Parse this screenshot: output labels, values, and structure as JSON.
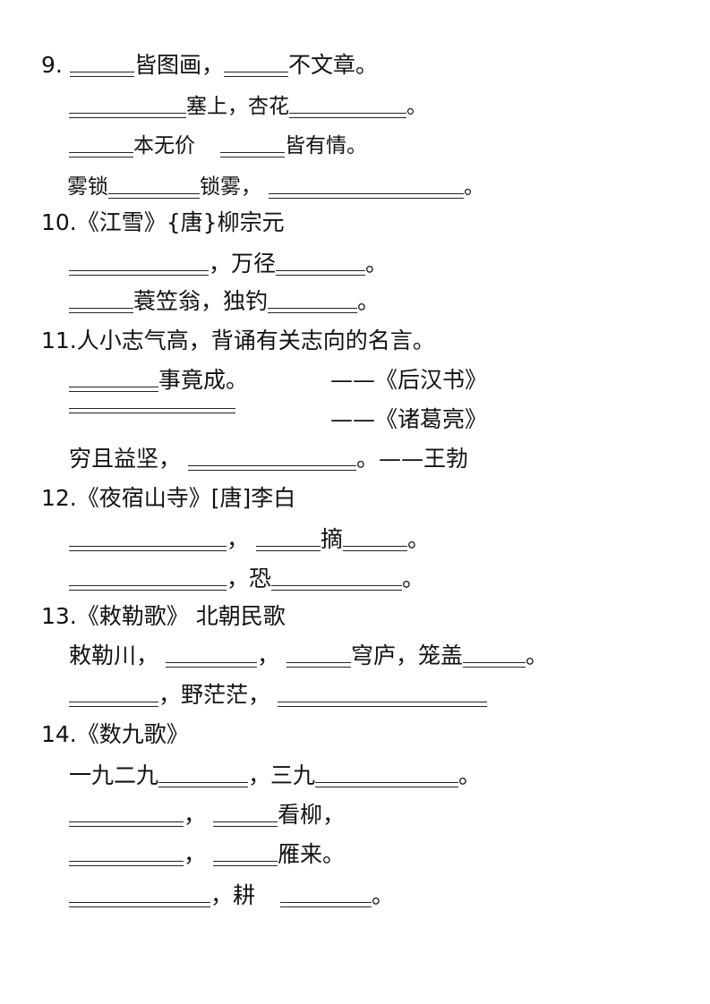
{
  "q9": {
    "number": "9.",
    "l1": {
      "t1": "皆图画，",
      "t2": "不文章。"
    },
    "l2": {
      "t1": "塞上，杏花",
      "t2": "。"
    },
    "l3": {
      "t1": "本无价",
      "t2": "皆有情。"
    },
    "l4": {
      "t1": "雾锁",
      "t2": "锁雾，",
      "t3": "。"
    }
  },
  "q10": {
    "title": "10.《江雪》{唐}柳宗元",
    "l1": {
      "t1": "，万径",
      "t2": "。"
    },
    "l2": {
      "t1": "蓑笠翁，独钓",
      "t2": "。"
    }
  },
  "q11": {
    "title": "11.人小志气高，背诵有关志向的名言。",
    "l1": {
      "t1": "事竟成。",
      "source": "——《后汉书》"
    },
    "l2": {
      "source": "——《诸葛亮》"
    },
    "l3": {
      "t1": "穷且益坚，",
      "t2": "。——王勃"
    }
  },
  "q12": {
    "title": "12.《夜宿山寺》[唐]李白",
    "l1": {
      "t1": "，",
      "t2": "摘",
      "t3": "。"
    },
    "l2": {
      "t1": "，恐",
      "t2": "。"
    }
  },
  "q13": {
    "title": "13.《敕勒歌》 北朝民歌",
    "l1": {
      "t1": "敕勒川，",
      "t2": "，",
      "t3": "穹庐，笼盖",
      "t4": "。"
    },
    "l2": {
      "t1": "，野茫茫，"
    }
  },
  "q14": {
    "title": "14.《数九歌》",
    "l1": {
      "t1": "一九二九",
      "t2": "，三九",
      "t3": "。"
    },
    "l2": {
      "t1": "，",
      "t2": "看柳，"
    },
    "l3": {
      "t1": "，",
      "t2": "雁来。"
    },
    "l4": {
      "t1": "，耕",
      "t2": "。"
    }
  }
}
